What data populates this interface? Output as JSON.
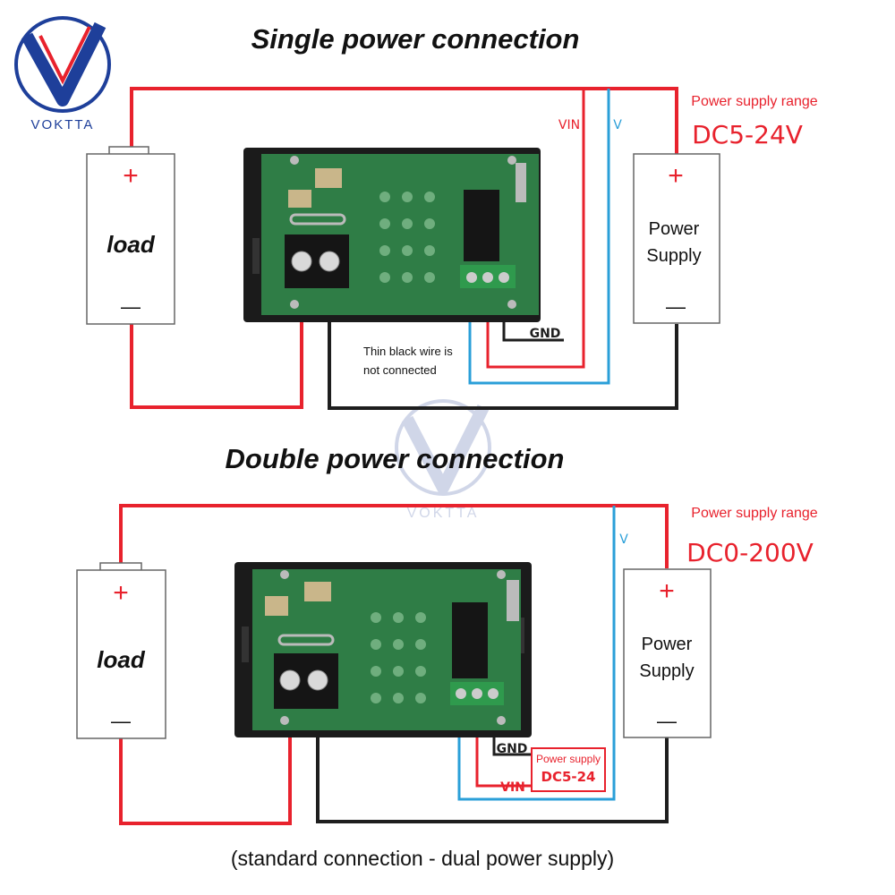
{
  "brand": {
    "name": "VOKTTA",
    "watermark": "VOKTTA"
  },
  "single": {
    "title": "Single power connection",
    "load_label": "load",
    "load_plus": "+",
    "load_minus": "—",
    "supply_label_line1": "Power",
    "supply_label_line2": "Supply",
    "supply_plus": "+",
    "supply_minus": "—",
    "range_label": "Power supply range",
    "range_value": "DC5-24V",
    "vin_label": "VIN",
    "v_label": "V",
    "gnd_label": "GND",
    "note_line1": "Thin black wire is",
    "note_line2": "not connected"
  },
  "double": {
    "title": "Double power connection",
    "load_label": "load",
    "load_plus": "+",
    "load_minus": "—",
    "supply_label_line1": "Power",
    "supply_label_line2": "Supply",
    "supply_plus": "+",
    "supply_minus": "—",
    "range_label": "Power supply range",
    "range_value": "DC0-200V",
    "v_label": "V",
    "gnd_label": "GND",
    "vin_label": "VIN",
    "aux_label": "Power supply",
    "aux_value": "DC5-24"
  },
  "caption": "(standard connection - dual power supply)",
  "colors": {
    "red_wire": "#e8222d",
    "blue_wire": "#2a9fd8",
    "black_wire": "#1e1e1e",
    "pcb_green": "#2f7d46",
    "bezel": "#1b1b1b",
    "terminal_green": "#2f9a4d",
    "brand_blue": "#1e3f9a"
  }
}
